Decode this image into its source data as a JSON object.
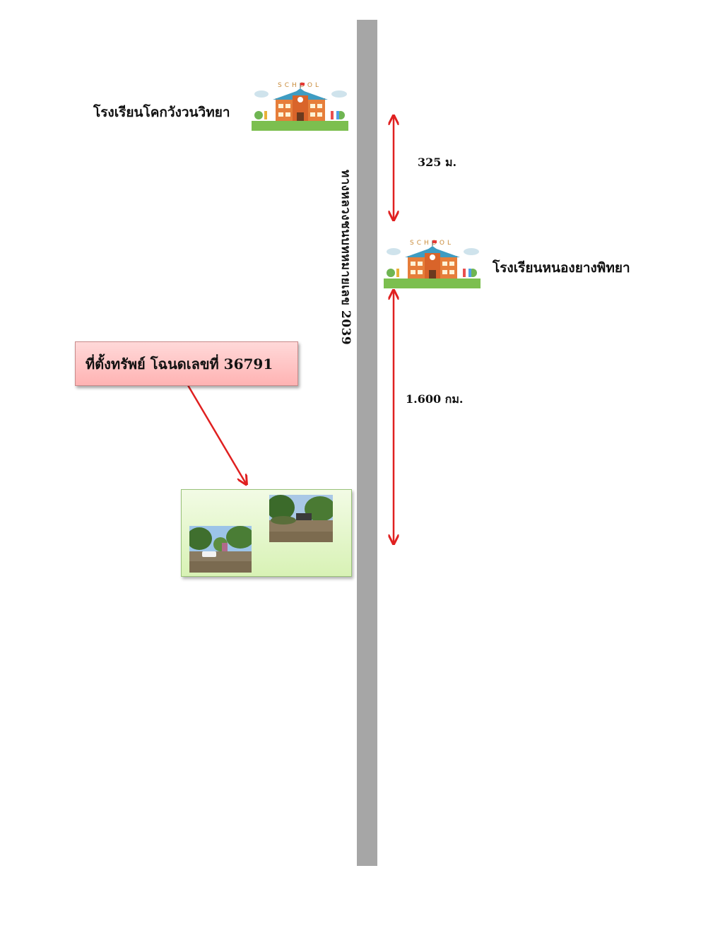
{
  "road": {
    "label": "ทางหลวงชนบทหมายเลข 2039"
  },
  "schools": [
    {
      "name": "โรงเรียนโคกวังวนวิทยา",
      "sign_text": "SCHOOL"
    },
    {
      "name": "โรงเรียนหนองยางพิทยา",
      "sign_text": "SCHOOL"
    }
  ],
  "distances": [
    {
      "label": "325 ม."
    },
    {
      "label": "1.600 กม."
    }
  ],
  "property": {
    "label": "ที่ตั้งทรัพย์ โฉนดเลขที่  36791"
  },
  "colors": {
    "road": "#a6a6a6",
    "arrow": "#e02020",
    "callout": "#ffb3b3",
    "photo_frame": "#d8f2b5"
  }
}
